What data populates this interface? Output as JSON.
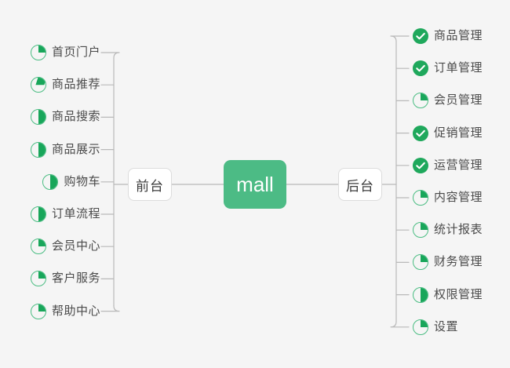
{
  "diagram": {
    "title": "mall",
    "background_color": "#f5f5f5",
    "accent_color": "#4cbb85",
    "check_color": "#1fa85c",
    "ring_color": "#4bbd83",
    "line_color": "#b9b9b9",
    "text_color": "#4b4b4b",
    "root": {
      "label": "mall"
    },
    "branches": [
      {
        "id": "frontend",
        "label": "前台",
        "side": "left",
        "items": [
          {
            "label": "首页门户",
            "icon": "pie-25-icon",
            "progress": 25,
            "status": "partial"
          },
          {
            "label": "商品推荐",
            "icon": "pie-40-icon",
            "progress": 40,
            "status": "partial"
          },
          {
            "label": "商品搜索",
            "icon": "pie-50-icon",
            "progress": 50,
            "status": "partial"
          },
          {
            "label": "商品展示",
            "icon": "pie-50-icon",
            "progress": 50,
            "status": "partial"
          },
          {
            "label": "购物车",
            "icon": "pie-50-icon",
            "progress": 50,
            "status": "partial"
          },
          {
            "label": "订单流程",
            "icon": "pie-50-icon",
            "progress": 50,
            "status": "partial"
          },
          {
            "label": "会员中心",
            "icon": "pie-25-icon",
            "progress": 25,
            "status": "partial"
          },
          {
            "label": "客户服务",
            "icon": "pie-25-icon",
            "progress": 25,
            "status": "partial"
          },
          {
            "label": "帮助中心",
            "icon": "pie-25-icon",
            "progress": 25,
            "status": "partial"
          }
        ]
      },
      {
        "id": "backend",
        "label": "后台",
        "side": "right",
        "items": [
          {
            "label": "商品管理",
            "icon": "check-circle-icon",
            "progress": 100,
            "status": "done"
          },
          {
            "label": "订单管理",
            "icon": "check-circle-icon",
            "progress": 100,
            "status": "done"
          },
          {
            "label": "会员管理",
            "icon": "pie-25-icon",
            "progress": 25,
            "status": "partial"
          },
          {
            "label": "促销管理",
            "icon": "check-circle-icon",
            "progress": 100,
            "status": "done"
          },
          {
            "label": "运营管理",
            "icon": "check-circle-icon",
            "progress": 100,
            "status": "done"
          },
          {
            "label": "内容管理",
            "icon": "pie-25-icon",
            "progress": 25,
            "status": "partial"
          },
          {
            "label": "统计报表",
            "icon": "pie-25-icon",
            "progress": 25,
            "status": "partial"
          },
          {
            "label": "财务管理",
            "icon": "pie-25-icon",
            "progress": 25,
            "status": "partial"
          },
          {
            "label": "权限管理",
            "icon": "pie-50-icon",
            "progress": 50,
            "status": "partial"
          },
          {
            "label": "设置",
            "icon": "pie-25-icon",
            "progress": 25,
            "status": "partial"
          }
        ]
      }
    ]
  }
}
